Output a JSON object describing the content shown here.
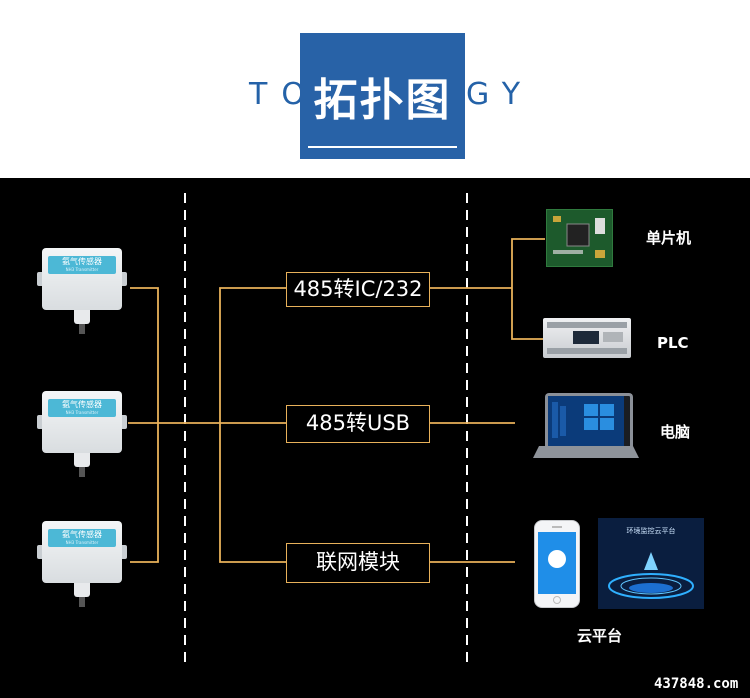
{
  "header": {
    "english_left": "TO",
    "english_right": "GY",
    "title": "拓扑图"
  },
  "colors": {
    "brand_blue": "#2862a7",
    "wire_orange": "#e8b15a",
    "sensor_band": "#4cb8d6",
    "background": "#000000"
  },
  "sensors": [
    {
      "label": "氨气传感器",
      "sub": "NH3 Transmitter"
    },
    {
      "label": "氨气传感器",
      "sub": "NH3 Transmitter"
    },
    {
      "label": "氨气传感器",
      "sub": "NH3 Transmitter"
    }
  ],
  "converters": {
    "ic232": "485转IC/232",
    "usb": "485转USB",
    "network": "联网模块"
  },
  "devices": {
    "mcu": "单片机",
    "plc": "PLC",
    "computer": "电脑",
    "cloud": "云平台"
  },
  "cloud_screen": {
    "title": "环境监控云平台"
  },
  "watermark": "437848.com"
}
